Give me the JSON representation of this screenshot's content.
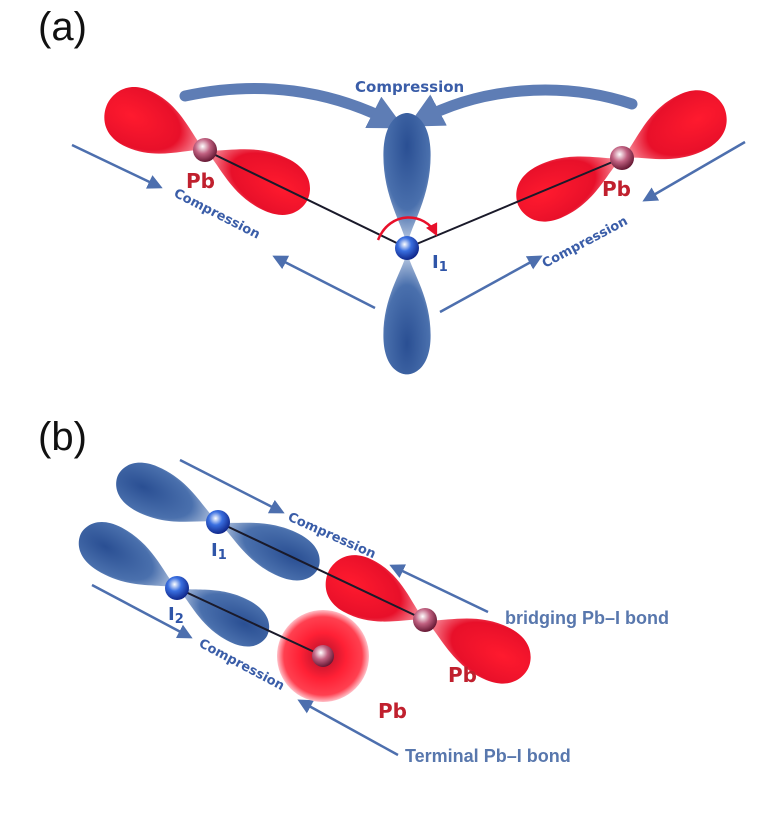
{
  "panel_a": {
    "label": "(a)",
    "pb_left": "Pb",
    "pb_right": "Pb",
    "iodine": "I",
    "iodine_sub": "1",
    "compression_top": "Compression",
    "compression_left": "Compression",
    "compression_right": "Compression"
  },
  "panel_b": {
    "label": "(b)",
    "iodine1": "I",
    "iodine1_sub": "1",
    "iodine2": "I",
    "iodine2_sub": "2",
    "pb_upper": "Pb",
    "pb_lower": "Pb",
    "compression_upper": "Compression",
    "compression_lower": "Compression",
    "bridging_bond": "bridging Pb–I bond",
    "terminal_bond": "Terminal Pb–I bond"
  },
  "colors": {
    "lead_lobe": "#e8102a",
    "iodine_lobe": "#3e66a8",
    "arrow": "#4d6fae",
    "bond_line": "#1a1a2a"
  }
}
